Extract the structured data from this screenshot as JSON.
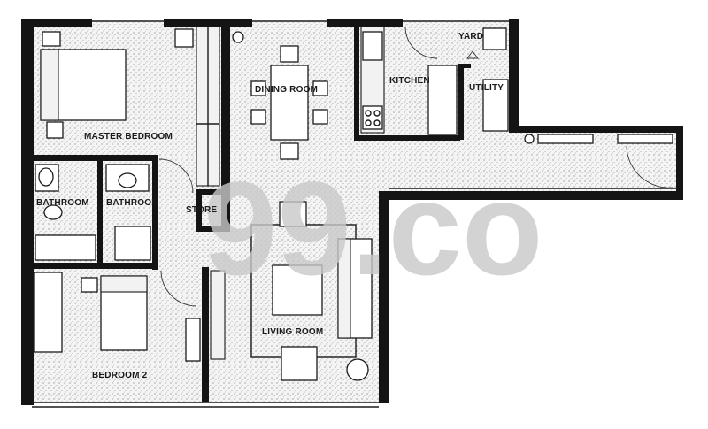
{
  "watermark": "99.co",
  "rooms": {
    "master_bedroom": "MASTER BEDROOM",
    "bathroom_1": "BATHROOM",
    "bathroom_2": "BATHROOM",
    "store": "STORE",
    "bedroom_2": "BEDROOM 2",
    "dining_room": "DINING ROOM",
    "kitchen": "KITCHEN",
    "yard": "YARD",
    "utility": "UTILITY",
    "living_room": "LIVING ROOM"
  },
  "colors": {
    "wall": "#141414",
    "floor_tone": "#f3f3f3",
    "watermark": "#c9c9c9"
  }
}
